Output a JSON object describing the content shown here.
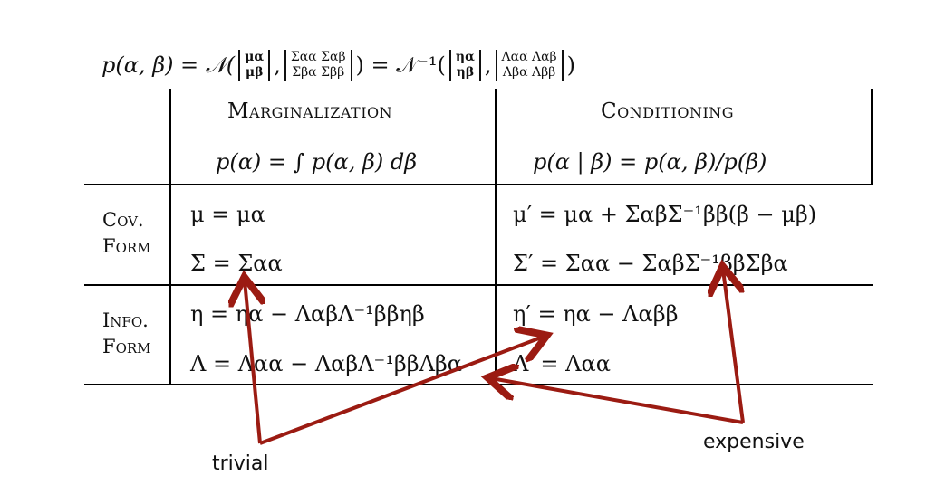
{
  "header_formula": {
    "lhs": "p(α, β) = 𝒩(",
    "mean_top": "μα",
    "mean_bottom": "μβ",
    "cov_row1": "Σαα Σαβ",
    "cov_row2": "Σβα Σββ",
    "mid": ") = 𝒩⁻¹(",
    "info_top": "ηα",
    "info_bottom": "ηβ",
    "prec_row1": "Λαα Λαβ",
    "prec_row2": "Λβα Λββ",
    "end": ")"
  },
  "columns": [
    {
      "title": "Marginalization",
      "formula": "p(α) = ∫ p(α, β) dβ"
    },
    {
      "title": "Conditioning",
      "formula": "p(α | β) = p(α, β)/p(β)"
    }
  ],
  "rows": [
    {
      "label_line1": "Cov.",
      "label_line2": "Form",
      "marg": [
        "μ = μα",
        "Σ = Σαα"
      ],
      "cond": [
        "μ′ = μα + ΣαβΣ⁻¹ββ(β − μβ)",
        "Σ′ = Σαα − ΣαβΣ⁻¹ββΣβα"
      ]
    },
    {
      "label_line1": "Info.",
      "label_line2": "Form",
      "marg": [
        "η = ηα − ΛαβΛ⁻¹ββηβ",
        "Λ = Λαα − ΛαβΛ⁻¹ββΛβα"
      ],
      "cond": [
        "η′ = ηα − Λαββ",
        "Λ′ = Λαα"
      ]
    }
  ],
  "annotations": {
    "trivial": "trivial",
    "expensive": "expensive"
  },
  "colors": {
    "arrow": "#9b1b12",
    "rules": "#000000"
  }
}
